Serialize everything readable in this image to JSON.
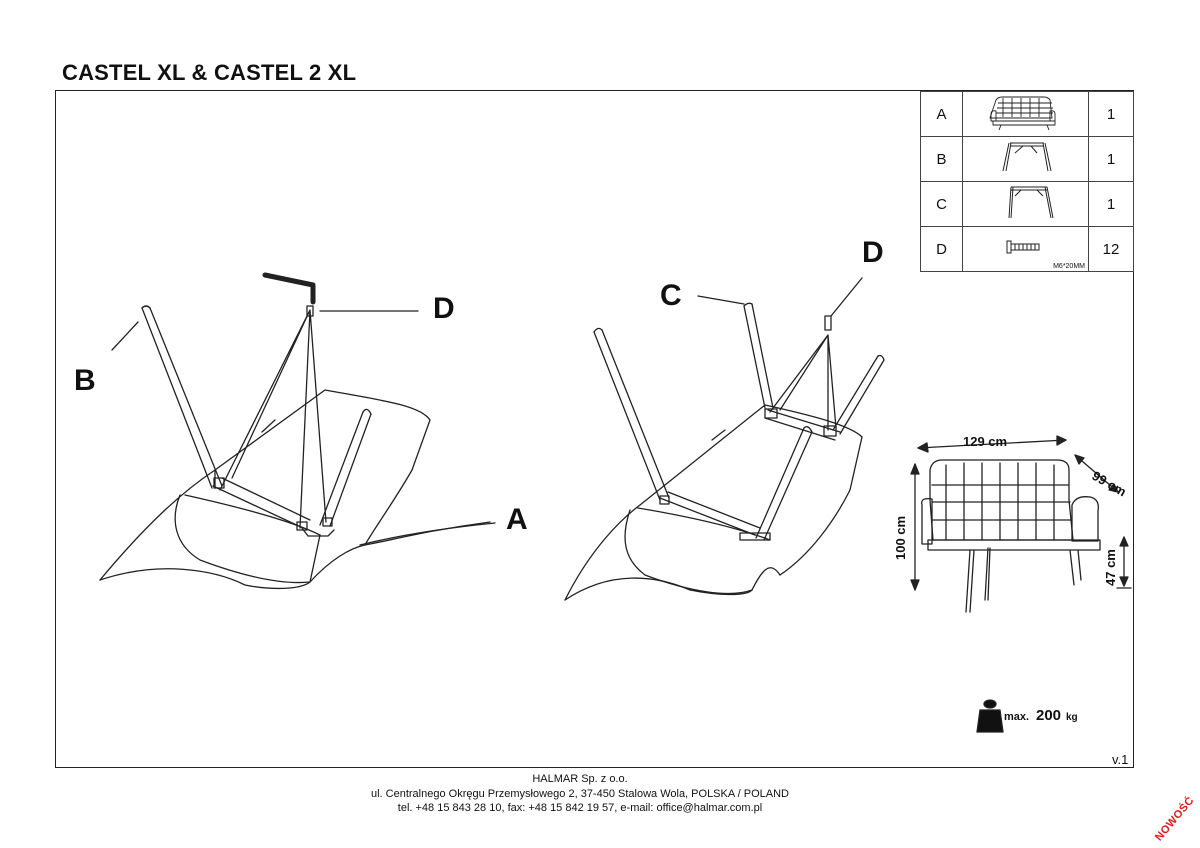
{
  "title": "CASTEL XL & CASTEL 2 XL",
  "parts": [
    {
      "letter": "A",
      "qty": "1",
      "icon": "sofa-seat-icon"
    },
    {
      "letter": "B",
      "qty": "1",
      "icon": "angled-legs-icon"
    },
    {
      "letter": "C",
      "qty": "1",
      "icon": "straight-legs-icon"
    },
    {
      "letter": "D",
      "qty": "12",
      "icon": "bolt-icon",
      "caption": "M6*20MM"
    }
  ],
  "labels": {
    "b": "B",
    "d1": "D",
    "a": "A",
    "c": "C",
    "d2": "D"
  },
  "dimensions": {
    "width": "129 cm",
    "depth": "99 cm",
    "height": "100 cm",
    "seat_height": "47 cm"
  },
  "max_load": {
    "label": "max.",
    "value": "200",
    "unit": "kg"
  },
  "version": "v.1",
  "footer": {
    "company": "HALMAR Sp. z o.o.",
    "address": "ul. Centralnego Okręgu Przemysłowego 2, 37-450 Stalowa Wola, POLSKA / POLAND",
    "contact": "tel. +48 15 843 28 10, fax: +48 15 842 19 57, e-mail: office@halmar.com.pl"
  },
  "stamp": "NOWOŚĆ",
  "colors": {
    "line": "#222222",
    "stamp": "#e01a1a"
  }
}
